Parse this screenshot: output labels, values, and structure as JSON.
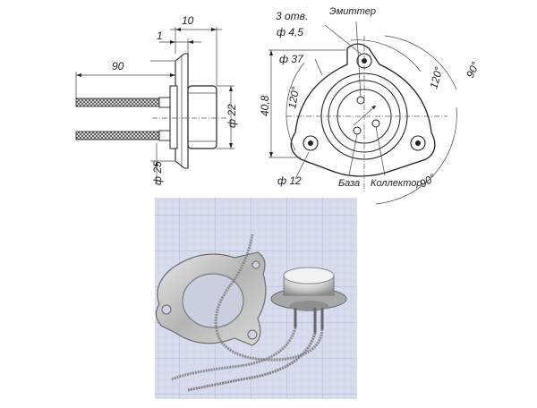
{
  "side_view": {
    "dim_total_width": "10",
    "dim_flange": "1",
    "dim_lead_length": "90",
    "dim_flange_diameter": "ф 25",
    "dim_body_diameter": "ф 22"
  },
  "top_view": {
    "holes_label": "3 отв.",
    "hole_diameter": "ф 4,5",
    "emitter_label": "Эмиттер",
    "pcd_label": "ф 37",
    "height_dim": "40,8",
    "angle_left": "120°",
    "angle_right": "120°",
    "angle_top_right": "90°",
    "angle_bottom": "90°",
    "lug_diameter": "ф 12",
    "base_label": "База",
    "collector_label": "Коллектор"
  },
  "photo": {
    "description_icon": "transistor-photo",
    "grid_color": "#b9c3d6",
    "background_color": "#d6dced"
  }
}
